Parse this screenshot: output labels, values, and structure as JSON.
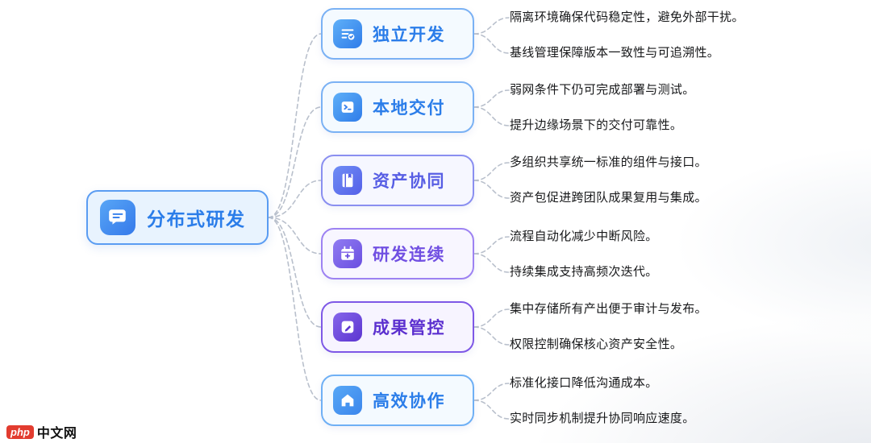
{
  "root": {
    "label": "分布式研发",
    "label_color": "#2b7de9",
    "border_color": "#5a9cf2",
    "bg_color": "#e8f3fe",
    "icon_gradient": [
      "#58a6f6",
      "#3579ea"
    ]
  },
  "branches": [
    {
      "label": "独立开发",
      "label_color": "#2b7de9",
      "border_color": "#7ab1f4",
      "bg_color": "#f4faff",
      "icon_gradient": [
        "#5fb0f8",
        "#2f7ce9"
      ],
      "leaves": [
        "隔离环境确保代码稳定性，避免外部干扰。",
        "基线管理保障版本一致性与可追溯性。"
      ]
    },
    {
      "label": "本地交付",
      "label_color": "#2b7de9",
      "border_color": "#7ab1f4",
      "bg_color": "#f4faff",
      "icon_gradient": [
        "#5fb0f8",
        "#2f7ce9"
      ],
      "leaves": [
        "弱网条件下仍可完成部署与测试。",
        "提升边缘场景下的交付可靠性。"
      ]
    },
    {
      "label": "资产协同",
      "label_color": "#575ee4",
      "border_color": "#8a8ff0",
      "bg_color": "#f6f7ff",
      "icon_gradient": [
        "#6f8df5",
        "#5560e8"
      ],
      "leaves": [
        "多组织共享统一标准的组件与接口。",
        "资产包促进跨团队成果复用与集成。"
      ]
    },
    {
      "label": "研发连续",
      "label_color": "#7150e2",
      "border_color": "#9d82f2",
      "bg_color": "#f8f6ff",
      "icon_gradient": [
        "#907bf2",
        "#6a4fe0"
      ],
      "leaves": [
        "流程自动化减少中断风险。",
        "持续集成支持高频次迭代。"
      ]
    },
    {
      "label": "成果管控",
      "label_color": "#5c30cf",
      "border_color": "#7e58e6",
      "bg_color": "#f7f4ff",
      "icon_gradient": [
        "#8566ea",
        "#5c35d0"
      ],
      "leaves": [
        "集中存储所有产出便于审计与发布。",
        "权限控制确保核心资产安全性。"
      ]
    },
    {
      "label": "高效协作",
      "label_color": "#2b7de9",
      "border_color": "#6fb0f5",
      "bg_color": "#f4faff",
      "icon_gradient": [
        "#58a8f6",
        "#3b86ec"
      ],
      "leaves": [
        "标准化接口降低沟通成本。",
        "实时同步机制提升协同响应速度。"
      ]
    }
  ],
  "connector_color": "#b9c0cc",
  "leaf_text_color": "#17181a",
  "watermark": {
    "logo_text": "php",
    "site_text": "中文网",
    "logo_color": "#e23c2f"
  }
}
